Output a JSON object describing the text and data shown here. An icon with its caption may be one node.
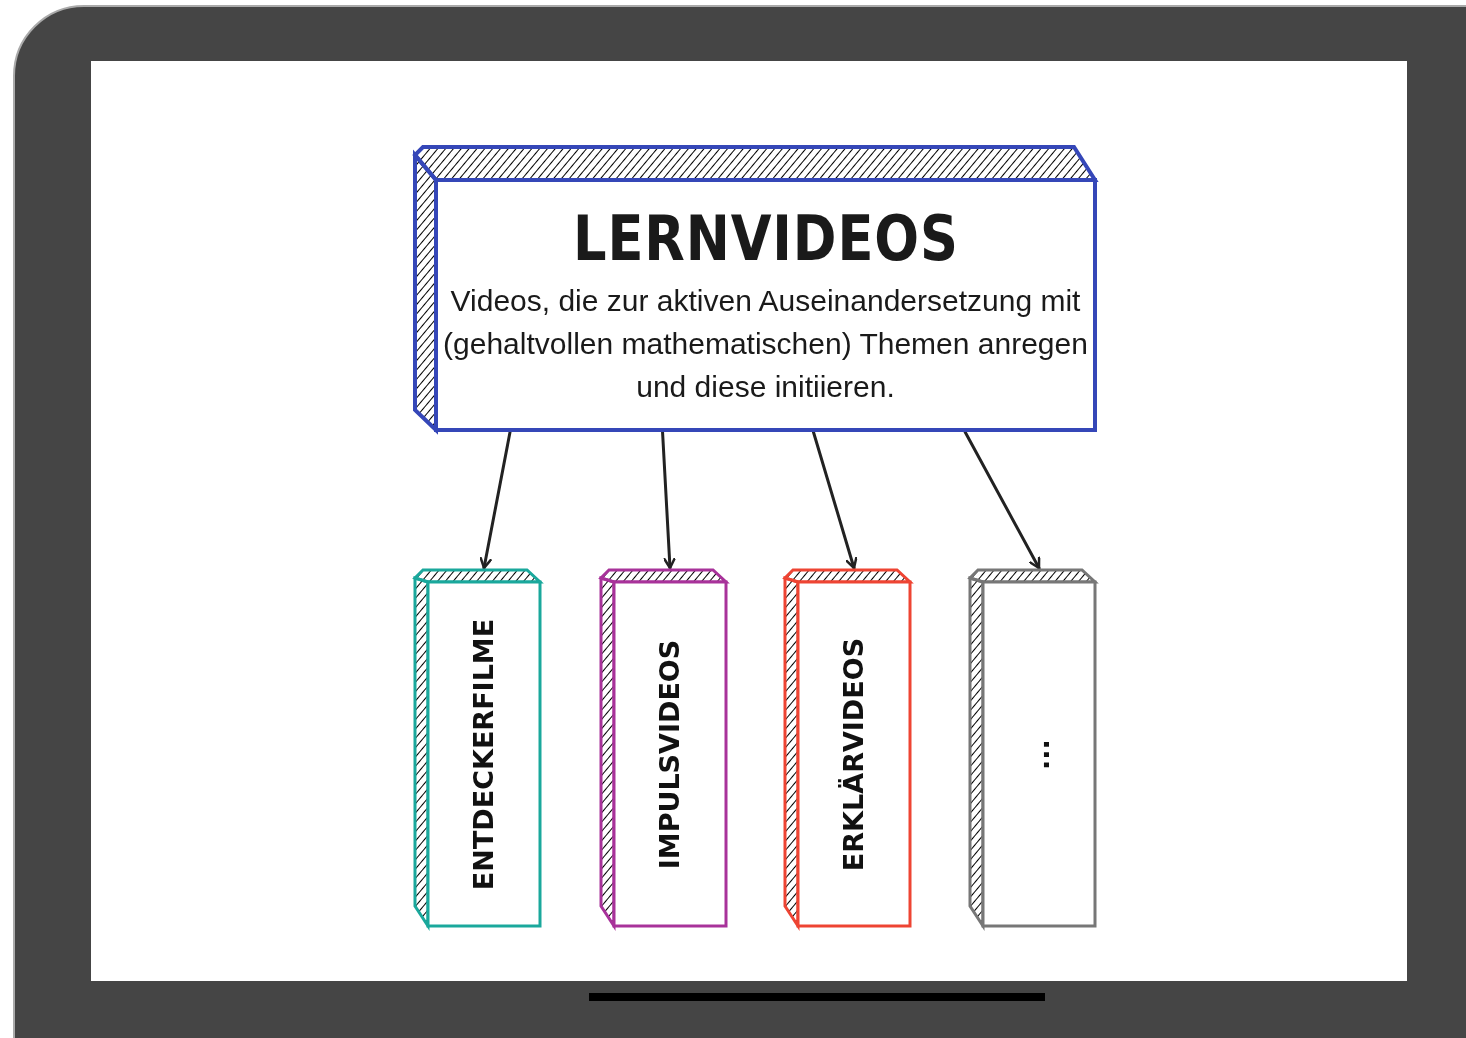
{
  "diagram": {
    "nodes": [
      {
        "text": [
          "LERNVIDEOS",
          "Videos, die zur aktiven Auseinandersetzung mit (gehaltvollen mathematischen) Themen anregen und diese initiieren."
        ]
      },
      {
        "text": [
          "ENTDECKERFILME"
        ]
      },
      {
        "text": [
          "IMPULSVIDEOS"
        ]
      },
      {
        "text": [
          "ERKLÄRVIDEOS"
        ]
      },
      {
        "text": [
          "..."
        ]
      }
    ],
    "edges": [
      {
        "from": 0,
        "to": 1,
        "arrow": "to"
      },
      {
        "from": 0,
        "to": 2,
        "arrow": "to"
      },
      {
        "from": 0,
        "to": 3,
        "arrow": "to"
      },
      {
        "from": 0,
        "to": 4,
        "arrow": "to"
      }
    ]
  }
}
